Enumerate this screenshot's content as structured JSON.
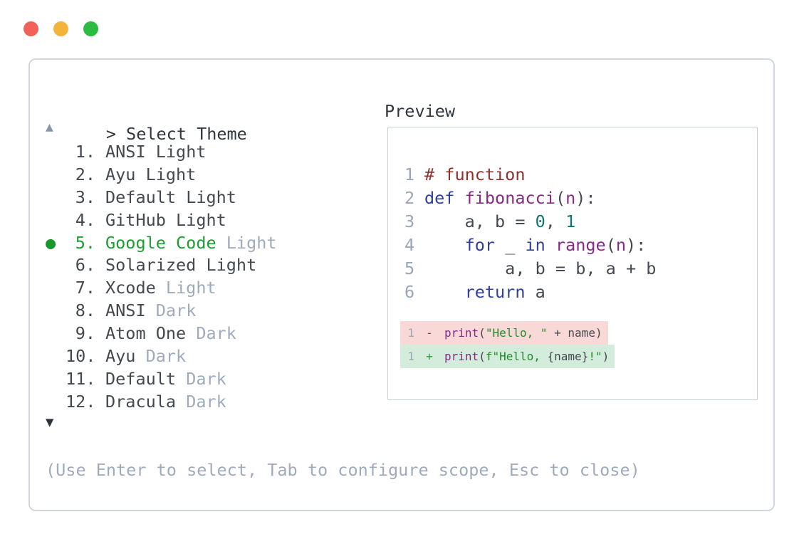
{
  "colors": {
    "heading": "#31363d",
    "plain": "#44494f",
    "muted": "#9fabbc",
    "selected_green": "#1d9e33",
    "bullet_green": "#18982c",
    "scroll_up": "#8795aa",
    "scroll_down": "#2d333b",
    "comment": "#8e302e",
    "keyword": "#2e3f9e",
    "func": "#862a86",
    "number": "#0e7577",
    "string": "#228b29",
    "line_number": "#9aa6b8",
    "diff_minus": "#a9322a",
    "diff_plus": "#2a9e44",
    "diff_removed_bg": "#f9d9d7",
    "diff_added_bg": "#d3ecdb",
    "panel_border": "#d1d6dd",
    "preview_border": "#cad0d8",
    "traffic_red": "#f26057",
    "traffic_yellow": "#f2b43a",
    "traffic_green": "#2abd41"
  },
  "window": {
    "traffic_lights": [
      {
        "name": "close",
        "color_key": "traffic_red"
      },
      {
        "name": "minimize",
        "color_key": "traffic_yellow"
      },
      {
        "name": "zoom",
        "color_key": "traffic_green"
      }
    ]
  },
  "picker": {
    "prompt_marker": ">",
    "title": "Select Theme",
    "scroll_up_icon": "▲",
    "scroll_down_icon": "▼",
    "selected_bullet": "●",
    "items": [
      {
        "number": "1",
        "name": "ANSI",
        "variant": "Light",
        "variant_muted": false,
        "selected": false
      },
      {
        "number": "2",
        "name": "Ayu",
        "variant": "Light",
        "variant_muted": false,
        "selected": false
      },
      {
        "number": "3",
        "name": "Default",
        "variant": "Light",
        "variant_muted": false,
        "selected": false
      },
      {
        "number": "4",
        "name": "GitHub",
        "variant": "Light",
        "variant_muted": false,
        "selected": false
      },
      {
        "number": "5",
        "name": "Google Code",
        "variant": "Light",
        "variant_muted": true,
        "selected": true
      },
      {
        "number": "6",
        "name": "Solarized",
        "variant": "Light",
        "variant_muted": false,
        "selected": false
      },
      {
        "number": "7",
        "name": "Xcode",
        "variant": "Light",
        "variant_muted": true,
        "selected": false
      },
      {
        "number": "8",
        "name": "ANSI",
        "variant": "Dark",
        "variant_muted": true,
        "selected": false
      },
      {
        "number": "9",
        "name": "Atom One",
        "variant": "Dark",
        "variant_muted": true,
        "selected": false
      },
      {
        "number": "10",
        "name": "Ayu",
        "variant": "Dark",
        "variant_muted": true,
        "selected": false
      },
      {
        "number": "11",
        "name": "Default",
        "variant": "Dark",
        "variant_muted": true,
        "selected": false
      },
      {
        "number": "12",
        "name": "Dracula",
        "variant": "Dark",
        "variant_muted": true,
        "selected": false
      }
    ],
    "footer_hint": "(Use Enter to select, Tab to configure scope, Esc to close)"
  },
  "preview": {
    "label": "Preview",
    "code_lines": [
      {
        "num": "1",
        "tokens": [
          {
            "t": "# function",
            "c": "comment"
          }
        ]
      },
      {
        "num": "2",
        "tokens": [
          {
            "t": "def",
            "c": "keyword"
          },
          {
            "t": " ",
            "c": "plain"
          },
          {
            "t": "fibonacci",
            "c": "func"
          },
          {
            "t": "(",
            "c": "plain"
          },
          {
            "t": "n",
            "c": "func"
          },
          {
            "t": "):",
            "c": "plain"
          }
        ]
      },
      {
        "num": "3",
        "tokens": [
          {
            "t": "    a, b = ",
            "c": "plain"
          },
          {
            "t": "0",
            "c": "number"
          },
          {
            "t": ", ",
            "c": "plain"
          },
          {
            "t": "1",
            "c": "number"
          }
        ]
      },
      {
        "num": "4",
        "tokens": [
          {
            "t": "    ",
            "c": "plain"
          },
          {
            "t": "for",
            "c": "keyword"
          },
          {
            "t": " _ ",
            "c": "plain"
          },
          {
            "t": "in",
            "c": "keyword"
          },
          {
            "t": " ",
            "c": "plain"
          },
          {
            "t": "range",
            "c": "func"
          },
          {
            "t": "(",
            "c": "plain"
          },
          {
            "t": "n",
            "c": "func"
          },
          {
            "t": "):",
            "c": "plain"
          }
        ]
      },
      {
        "num": "5",
        "tokens": [
          {
            "t": "        a, b = b, a + b",
            "c": "plain"
          }
        ]
      },
      {
        "num": "6",
        "tokens": [
          {
            "t": "    ",
            "c": "plain"
          },
          {
            "t": "return",
            "c": "keyword"
          },
          {
            "t": " a",
            "c": "plain"
          }
        ]
      }
    ],
    "diff_lines": [
      {
        "num": "1",
        "marker": "-",
        "kind": "removed",
        "tokens": [
          {
            "t": "print",
            "c": "func"
          },
          {
            "t": "(",
            "c": "plain"
          },
          {
            "t": "\"Hello, \"",
            "c": "string"
          },
          {
            "t": " + name)",
            "c": "plain"
          }
        ]
      },
      {
        "num": "1",
        "marker": "+",
        "kind": "added",
        "tokens": [
          {
            "t": "print",
            "c": "func"
          },
          {
            "t": "(",
            "c": "plain"
          },
          {
            "t": "f\"Hello, ",
            "c": "string"
          },
          {
            "t": "{name}",
            "c": "plain"
          },
          {
            "t": "!\"",
            "c": "string"
          },
          {
            "t": ")",
            "c": "plain"
          }
        ]
      }
    ]
  }
}
